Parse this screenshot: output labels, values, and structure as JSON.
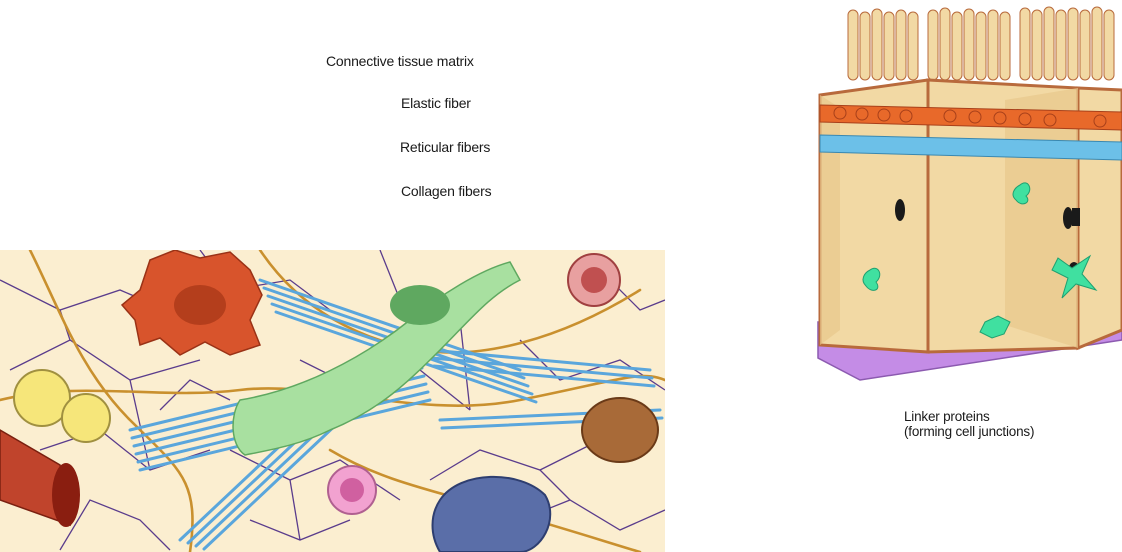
{
  "labels": {
    "connective_tissue_matrix": "Connective tissue matrix",
    "elastic_fiber": "Elastic fiber",
    "reticular_fibers": "Reticular fibers",
    "collagen_fibers": "Collagen fibers",
    "linker_line1": "Linker proteins",
    "linker_line2": "(forming cell junctions)"
  },
  "colors": {
    "matrix_background": "#fbeed0",
    "reticular_fiber": "#5a3c8c",
    "elastic_fiber": "#c9902e",
    "collagen_fiber": "#5aa6dc",
    "fibroblast": "#a8e0a0",
    "mast_cell": "#d8542c",
    "fat_cell": "#f6e67a",
    "epithelial_cell": "#f2d9a4",
    "cell_membrane": "#b86a3c",
    "junction_band_orange": "#e8692a",
    "junction_band_blue": "#6cc0e8",
    "basement_membrane": "#c48ce6",
    "linker_protein": "#40e0a0"
  }
}
